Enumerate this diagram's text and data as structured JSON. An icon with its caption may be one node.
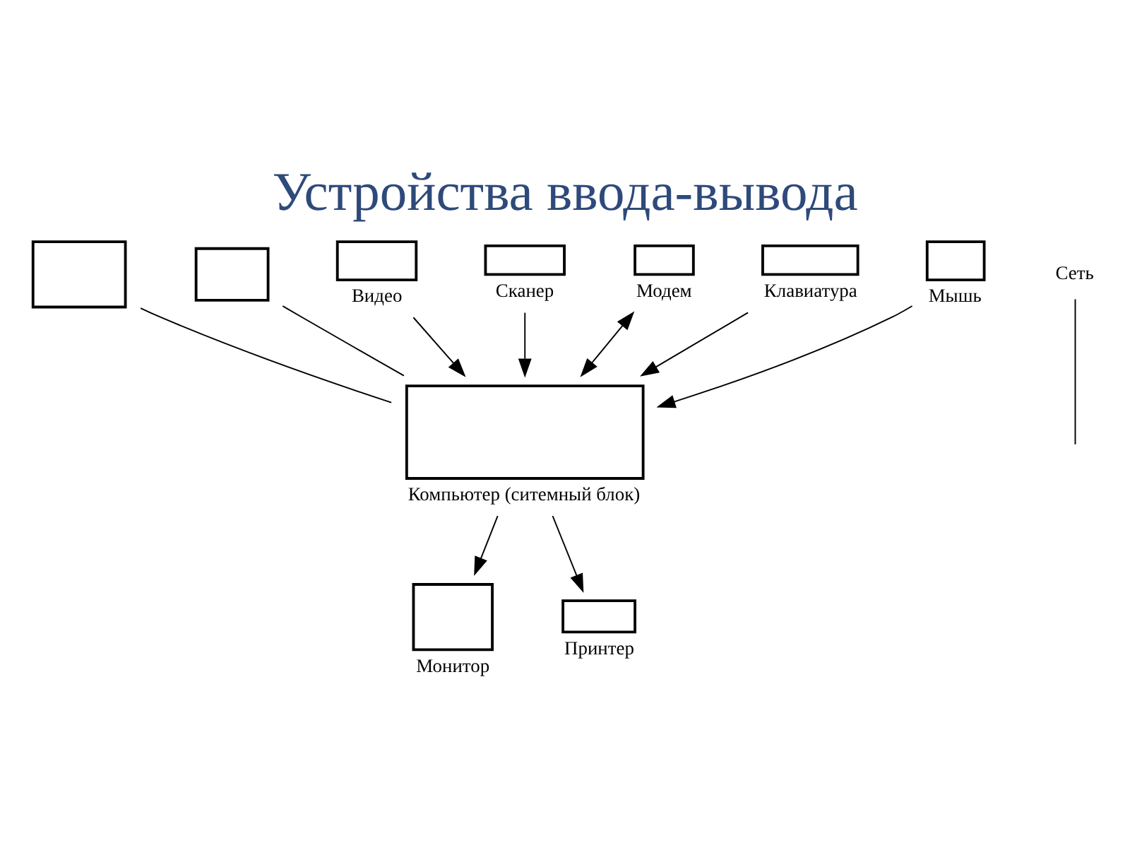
{
  "diagram": {
    "title": "Устройства ввода-вывода",
    "nodes": [
      {
        "text": [],
        "shape": "box",
        "beside": [
          "Компьютер (ситемный блок)"
        ]
      },
      {
        "text": [],
        "shape": "box"
      },
      {
        "text": [],
        "shape": "box"
      },
      {
        "text": [
          "Сеть"
        ]
      },
      {
        "text": [],
        "shape": "box",
        "beside": [
          "Видео"
        ]
      },
      {
        "text": [],
        "shape": "box",
        "beside": [
          "Монитор"
        ]
      },
      {
        "text": [],
        "shape": "box",
        "beside": [
          "Сканер"
        ]
      },
      {
        "text": [],
        "shape": "box",
        "beside": [
          "Модем"
        ]
      },
      {
        "text": [],
        "shape": "box",
        "beside": [
          "Клавиатура"
        ]
      },
      {
        "text": [],
        "shape": "box",
        "beside": [
          "Принтер"
        ]
      },
      {
        "text": [],
        "shape": "box",
        "beside": [
          "Мышь"
        ]
      }
    ],
    "edges": [
      {
        "from": 1,
        "to": 0,
        "arrow": "none"
      },
      {
        "from": 2,
        "to": 0,
        "arrow": "none"
      },
      {
        "from": 3,
        "to": null,
        "arrow": "none"
      },
      {
        "from": 4,
        "to": 0,
        "arrow": "to"
      },
      {
        "from": 0,
        "to": 5,
        "arrow": "to"
      },
      {
        "from": 6,
        "to": 0,
        "arrow": "to"
      },
      {
        "from": 7,
        "to": 0,
        "arrow": "both"
      },
      {
        "from": 8,
        "to": 0,
        "arrow": "to"
      },
      {
        "from": 0,
        "to": 9,
        "arrow": "to"
      },
      {
        "from": 10,
        "to": 0,
        "arrow": "to"
      }
    ]
  }
}
